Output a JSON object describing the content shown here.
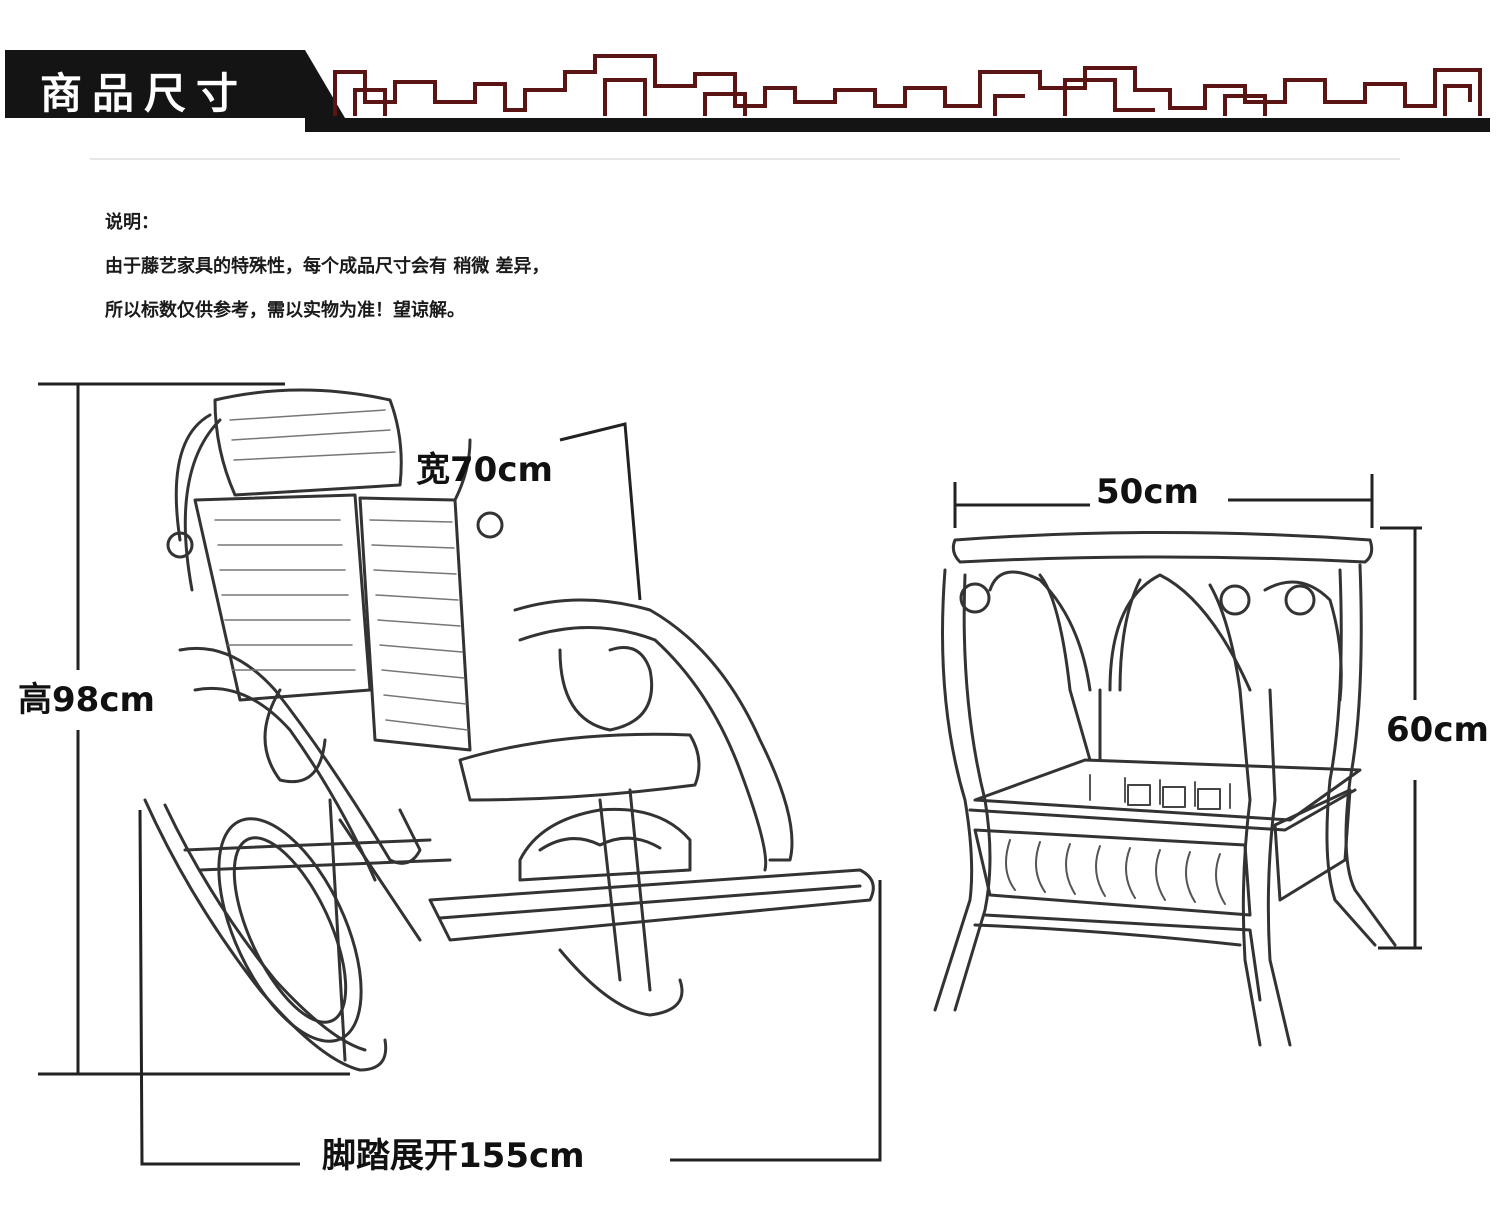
{
  "header": {
    "title": "商品尺寸",
    "banner_color": "#141414",
    "fret_color": "#5a1414"
  },
  "notes": {
    "heading": "说明：",
    "line1": "由于藤艺家具的特殊性，每个成品尺寸会有 稍微 差异，",
    "line2": "所以标数仅供参考，需以实物为准！望谅解。"
  },
  "dimensions": {
    "chair_height": "高98cm",
    "chair_width": "宽70cm",
    "chair_footrest": "脚踏展开155cm",
    "table_width": "50cm",
    "table_height": "60cm"
  },
  "illustrations": {
    "chair": "rocking-chair",
    "table": "side-table"
  }
}
